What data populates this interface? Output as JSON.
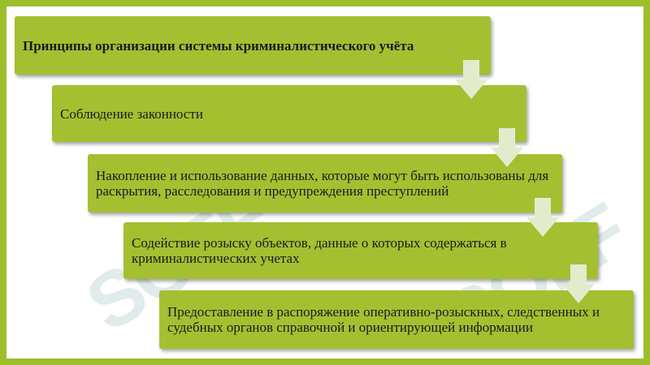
{
  "diagram": {
    "title": "Принципы организации системы криминалистического учёта",
    "steps": [
      "Соблюдение законности",
      "Накопление и использование данных, которые могут быть использованы для раскрытия, расследования и предупреждения преступлений",
      "Содействие розыску объектов, данные о которых содержаться в криминалистических учетах",
      "Предоставление в распоряжение оперативно-розыскных, следственных и судебных органов справочной и ориентирующей информации"
    ],
    "watermark": "SOFF"
  },
  "colors": {
    "frame": "#9dbe2b",
    "box": "#a4c031",
    "arrow": "#e3ebcd",
    "watermark": "#c4dcda"
  },
  "icons": [
    "down-arrow-icon"
  ]
}
